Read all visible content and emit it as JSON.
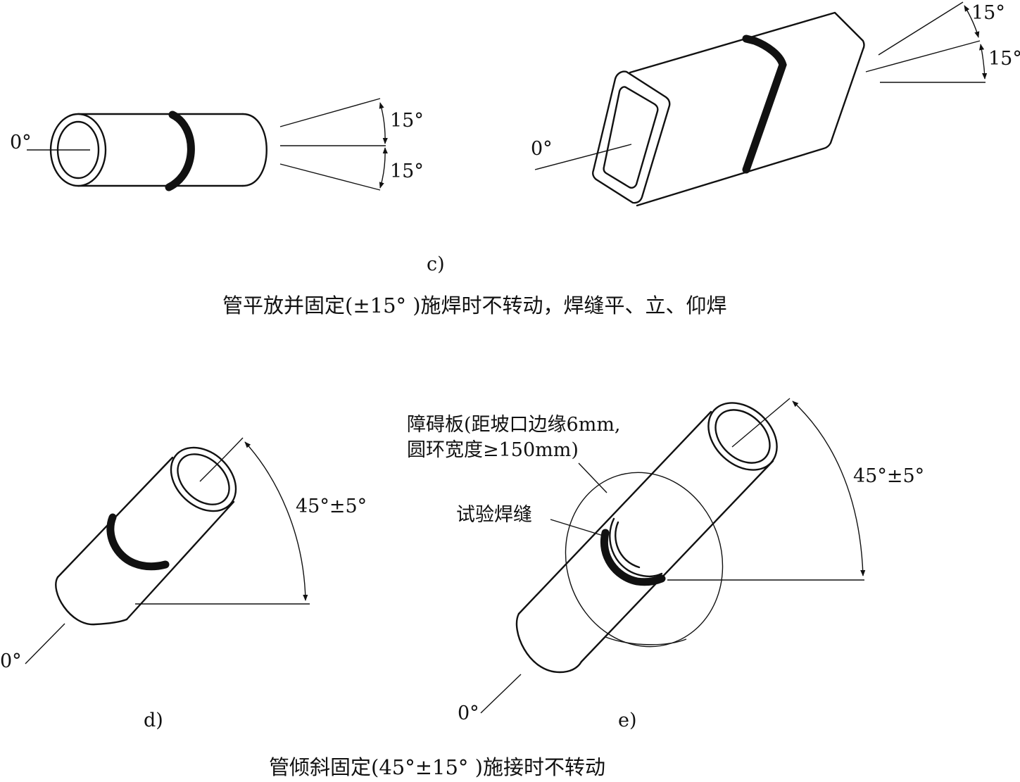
{
  "figure_c": {
    "label": "c)",
    "caption": "管平放并固定(±15°  )施焊时不转动，焊缝平、立、仰焊",
    "pipe": {
      "zero_label": "0°",
      "angle_up": "15°",
      "angle_down": "15°"
    },
    "square_tube": {
      "zero_label": "0°",
      "angle_up": "15°",
      "angle_down": "15°"
    }
  },
  "figure_d": {
    "label": "d)",
    "zero_label": "0°",
    "angle_label": "45°±5°"
  },
  "figure_e": {
    "label": "e)",
    "zero_label": "0°",
    "angle_label": "45°±5°",
    "obstacle_label_line1": "障碍板(距坡口边缘6mm,",
    "obstacle_label_line2": "圆环宽度≥150mm)",
    "weld_label": "试验焊缝"
  },
  "bottom_caption": "管倾斜固定(45°±15°  )施接时不转动"
}
